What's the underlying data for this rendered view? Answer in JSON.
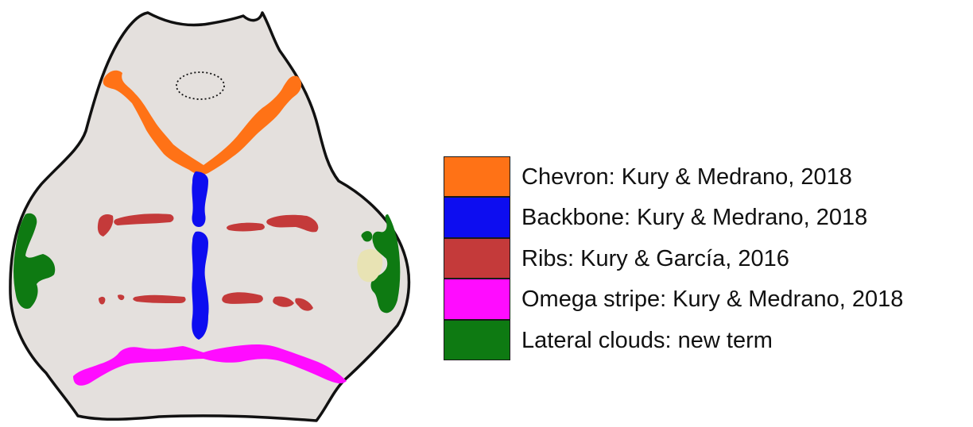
{
  "figure": {
    "body_fill": "#e4e0dd",
    "outline_color": "#111111"
  },
  "legend": {
    "items": [
      {
        "label": "Chevron: Kury & Medrano, 2018",
        "color": "#ff7216"
      },
      {
        "label": "Backbone: Kury & Medrano, 2018",
        "color": "#0d0df0"
      },
      {
        "label": "Ribs: Kury & García, 2016",
        "color": "#c43a3a"
      },
      {
        "label": "Omega stripe: Kury & Medrano, 2018",
        "color": "#ff0cff"
      },
      {
        "label": "Lateral clouds: new term",
        "color": "#0e7a12"
      }
    ]
  }
}
